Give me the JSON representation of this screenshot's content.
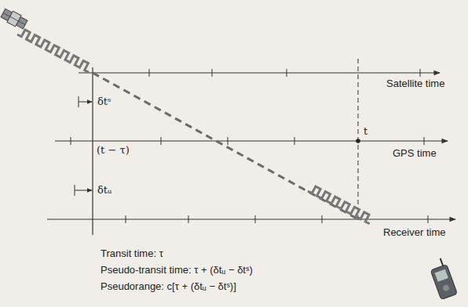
{
  "diagram": {
    "labels": [
      "Satellite time",
      "δtˢ",
      "(t − τ)",
      "t",
      "GPS time",
      "δtᵤ",
      "Receiver time",
      "Transit time: τ",
      "Pseudo-transit time: τ + (δtᵤ − δtˢ)",
      "Pseudorange: c[τ + (δtᵤ − δtˢ)]"
    ]
  }
}
